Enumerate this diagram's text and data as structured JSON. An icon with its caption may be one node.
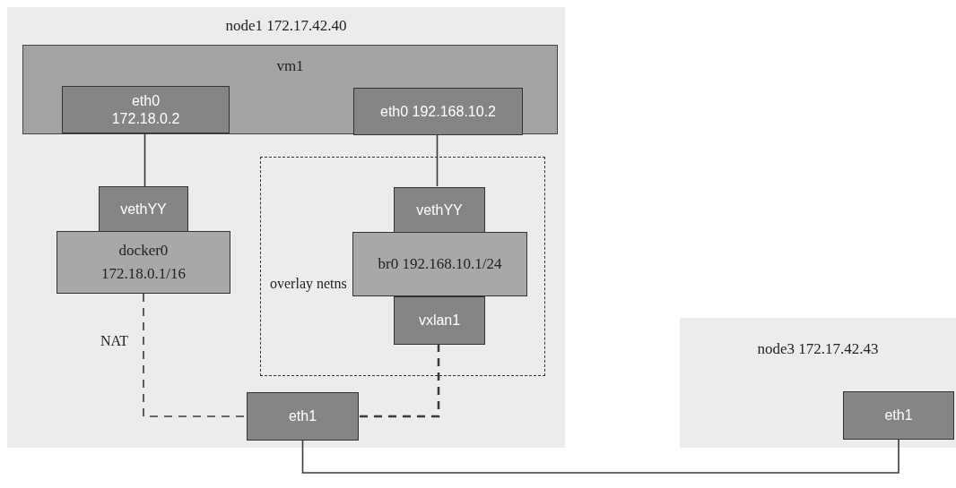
{
  "diagram": {
    "nodes": [
      {
        "text": [
          "node1 172.17.42.40"
        ]
      },
      {
        "text": [
          "vm1"
        ],
        "in": 0
      },
      {
        "text": [
          "eth0 172.18.0.2"
        ],
        "in": 1
      },
      {
        "text": [
          "eth0 192.168.10.2"
        ],
        "in": 1
      },
      {
        "text": [
          "overlay netns"
        ],
        "in": 0
      },
      {
        "text": [
          "vethYY"
        ],
        "in": 0
      },
      {
        "text": [
          "docker0 172.18.0.1/16"
        ],
        "in": 0
      },
      {
        "text": [
          "vethYY"
        ],
        "in": 4
      },
      {
        "text": [
          "br0 192.168.10.1/24"
        ],
        "in": 4
      },
      {
        "text": [
          "vxlan1"
        ],
        "in": 4
      },
      {
        "text": [
          "eth1"
        ],
        "in": 0
      },
      {
        "text": [
          "node3 172.17.42.43"
        ]
      },
      {
        "text": [
          "eth1"
        ],
        "in": 11
      }
    ],
    "edges": [
      {
        "from": 2,
        "to": 5,
        "arrow": "none"
      },
      {
        "from": 3,
        "to": 7,
        "arrow": "none"
      },
      {
        "from": 6,
        "to": 10,
        "arrow": "none",
        "style": "dashed",
        "label": "NAT"
      },
      {
        "from": 9,
        "to": 10,
        "arrow": "none",
        "style": "dashed"
      },
      {
        "from": 10,
        "to": 12,
        "arrow": "none"
      }
    ]
  }
}
